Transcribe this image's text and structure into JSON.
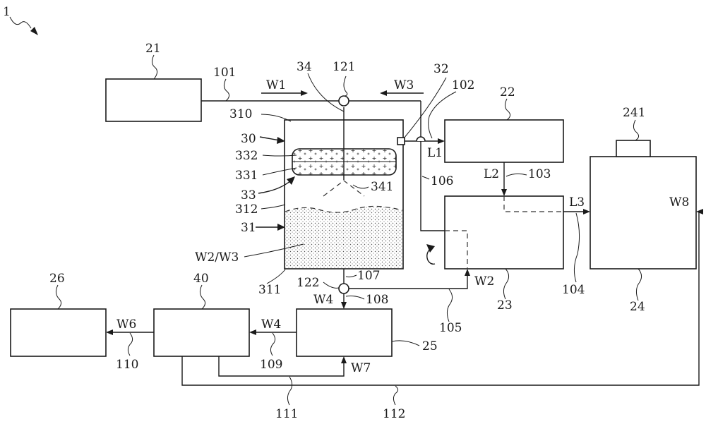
{
  "figure": {
    "figure_number": "1",
    "components": {
      "box_21": "21",
      "box_22": "22",
      "box_23": "23",
      "box_24": "24",
      "box_24_top": "241",
      "box_25": "25",
      "box_26": "26",
      "box_40": "40",
      "reactor": "30",
      "reactor_top": "310",
      "reactor_bottom": "311",
      "reactor_wall": "312",
      "liquid_zone": "31",
      "packing_zone": "33",
      "packing_upper": "332",
      "packing_lower": "331",
      "feed_pipe": "34",
      "spray_head": "341",
      "gas_outlet": "32",
      "valve_top": "121",
      "valve_bottom": "122"
    },
    "lines": {
      "l101": "101",
      "l102": "102",
      "l103": "103",
      "l104": "104",
      "l105": "105",
      "l106": "106",
      "l107": "107",
      "l108": "108",
      "l109": "109",
      "l110": "110",
      "l111": "111",
      "l112": "112"
    },
    "streams": {
      "w1": "W1",
      "w3_top": "W3",
      "w2_w3": "W2/W3",
      "w2": "W2",
      "w4_valve": "W4",
      "w4_mid": "W4",
      "w6": "W6",
      "w7": "W7",
      "w8": "W8",
      "l1": "L1",
      "l2": "L2",
      "l3": "L3"
    }
  }
}
